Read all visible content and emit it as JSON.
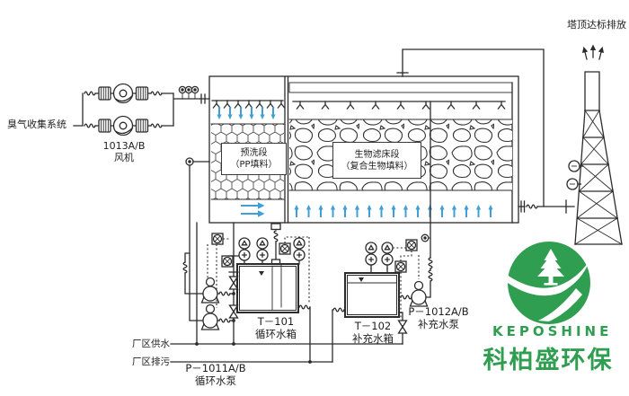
{
  "labels": {
    "odor_collection": "臭气收集系统",
    "fan_tag": "1013A/B",
    "fan_name": "风机",
    "prewash_title": "预洗段",
    "prewash_sub": "（PP填料）",
    "biofilter_title": "生物滤床段",
    "biofilter_sub": "（复合生物填料）",
    "stack_discharge": "塔顶达标排放",
    "tank1_tag": "T－101",
    "tank1_name": "循环水箱",
    "tank2_tag": "T－102",
    "tank2_name": "补充水箱",
    "pump_makeup_tag": "P－1012A/B",
    "pump_makeup_name": "补充水泵",
    "pump_circ_tag": "P－1011A/B",
    "pump_circ_name": "循环水泵",
    "plant_supply": "厂区供水",
    "plant_drain": "厂区排污"
  },
  "logo": {
    "brand": "KEPOSHINE",
    "company": "科柏盛环保",
    "color": "#2f9e50"
  },
  "colors": {
    "line": "#2b2b2b",
    "flow_arrow": "#3f9fd6"
  }
}
